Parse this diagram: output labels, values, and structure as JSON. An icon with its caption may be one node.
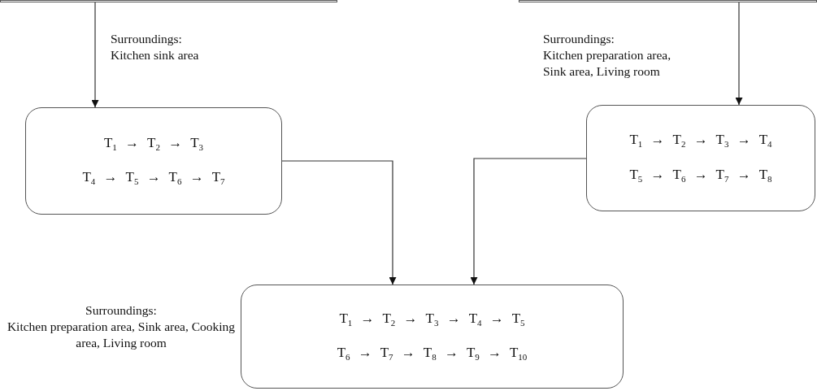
{
  "diagram": {
    "nodes": [
      {
        "text": [],
        "shape": "box"
      },
      {
        "text": [],
        "shape": "box"
      },
      {
        "text": [
          "T$_{1}$ → T$_{2}$ → T$_{3}$",
          "T$_{4}$ → T$_{5}$ → T$_{6}$ → T$_{7}$"
        ],
        "beside": [
          "Surroundings:",
          "Kitchen sink area"
        ]
      },
      {
        "text": [
          "T$_{1}$ → T$_{2}$ → T$_{3}$ → T$_{4}$",
          "T$_{5}$ → T$_{6}$ → T$_{7}$ → T$_{8}$"
        ],
        "beside": [
          "Surroundings:",
          "Kitchen preparation area, Sink area, Living room"
        ]
      },
      {
        "text": [
          "T$_{1}$ → T$_{2}$ → T$_{3}$ → T$_{4}$ → T$_{5}$",
          "T$_{6}$ → T$_{7}$ → T$_{8}$ → T$_{9}$ → T$_{10}$"
        ],
        "beside": [
          "Surroundings:",
          "Kitchen preparation area, Sink area, Cooking area, Living room"
        ]
      }
    ],
    "edges": [
      {
        "from": 0,
        "to": 2,
        "arrow": "to"
      },
      {
        "from": 1,
        "to": 3,
        "arrow": "to"
      },
      {
        "from": 2,
        "to": 4,
        "arrow": "to"
      },
      {
        "from": 3,
        "to": 4,
        "arrow": "to"
      }
    ]
  }
}
